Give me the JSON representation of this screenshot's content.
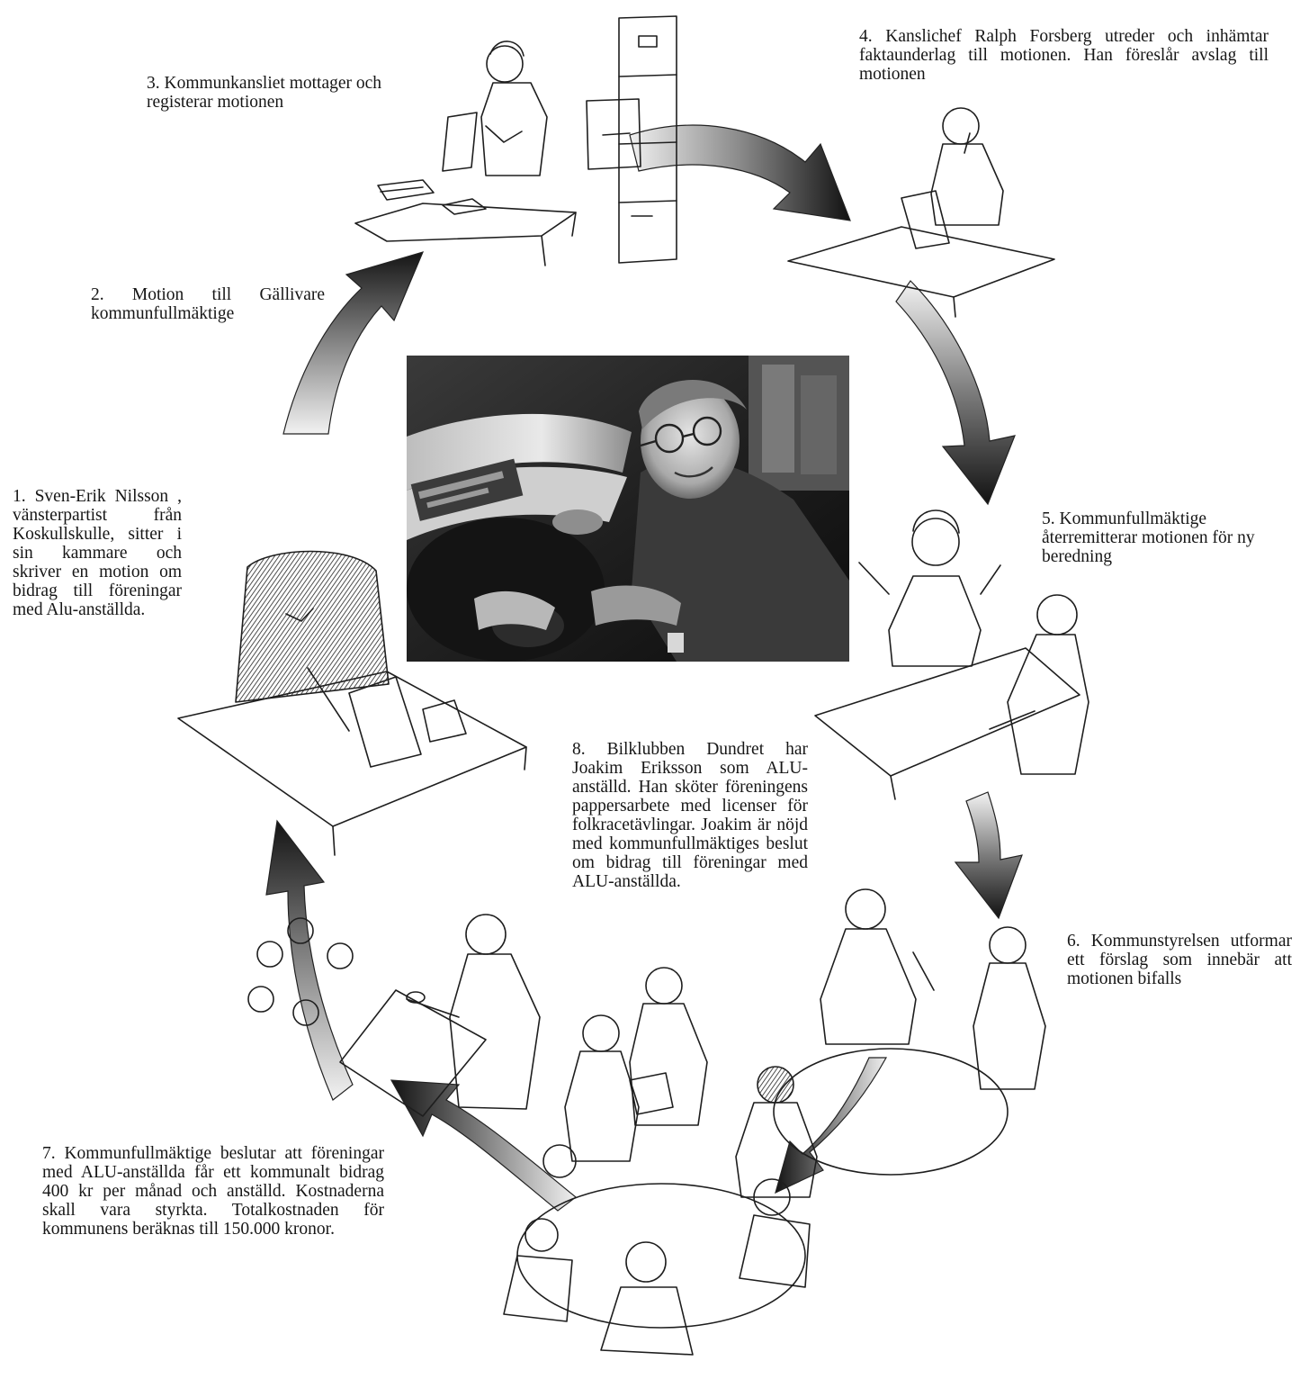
{
  "steps": [
    {
      "id": "s1",
      "text": "1. Sven-Erik Nils­son , vänsterpartist från Koskullskulle, sitter i sin kammare och skriver en mo­tion om bidrag till föreningar med Alu-anställda."
    },
    {
      "id": "s2",
      "text": "2. Motion till Gällivare kommunfullmäktige"
    },
    {
      "id": "s3",
      "text": "3. Kommunkansliet mottager och registerar motionen"
    },
    {
      "id": "s4",
      "text": "4. Kanslichef Ralph Forsberg utreder och in­hämtar faktaunderlag till motionen. Han före­slår avslag till motionen"
    },
    {
      "id": "s5",
      "text": "5. Kommunfullmäktige återremitterar motionen för ny beredning"
    },
    {
      "id": "s6",
      "text": "6. Kommunstyrelsen ut­formar ett förslag som inne­bär att motionen bifalls"
    },
    {
      "id": "s7",
      "text": "7. Kommunfullmäktige beslutar att för­eningar med ALU-anställda får ett kom­munalt bidrag 400 kr per månad och anställd. Kostnaderna skall vara styrkta. Totalkostnaden för kommunens beräk­nas till 150.000 kronor."
    },
    {
      "id": "s8",
      "text": "8. Bilklubben Dundret har Joakim Eriksson som ALU-anställd. Han sköter fören­ingens pappersarbete med licenser för folkracetäv­lingar. Joakim är nöjd med kommunfullmäktiges bes­lut om bidrag till föreningar med ALU-anställda."
    }
  ],
  "colors": {
    "ink": "#161616",
    "arrow_dark": "#1a1a1a",
    "arrow_light": "#e6e6e6",
    "paper": "#ffffff"
  }
}
